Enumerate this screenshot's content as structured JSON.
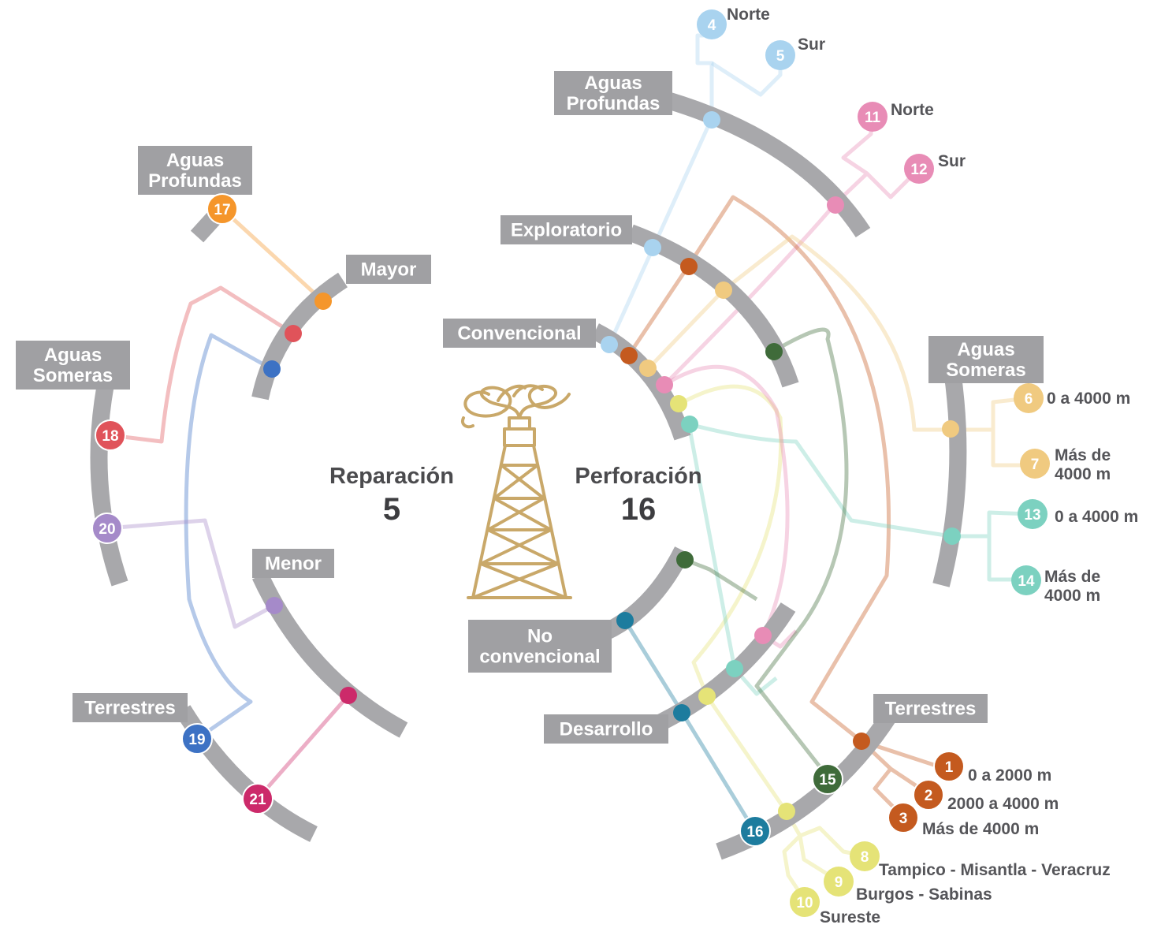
{
  "center": {
    "left": {
      "label": "Reparación",
      "value": "5"
    },
    "right": {
      "label": "Perforación",
      "value": "16"
    },
    "icon": "oil-derrick-icon",
    "icon_color": "#c9a869"
  },
  "categories": {
    "aguas_profundas_r": "Aguas\nProfundas",
    "exploratorio": "Exploratorio",
    "convencional": "Convencional",
    "aguas_someras_r": "Aguas\nSomeras",
    "no_convencional": "No\nconvencional",
    "desarrollo": "Desarrollo",
    "terrestres_r": "Terrestres",
    "aguas_profundas_l": "Aguas\nProfundas",
    "mayor": "Mayor",
    "aguas_someras_l": "Aguas\nSomeras",
    "menor": "Menor",
    "terrestres_l": "Terrestres"
  },
  "nodes": [
    {
      "n": "1",
      "label": "0 a 2000 m",
      "color": "#c45a1f"
    },
    {
      "n": "2",
      "label": "2000 a 4000 m",
      "color": "#c45a1f"
    },
    {
      "n": "3",
      "label": "Más de 4000 m",
      "color": "#c45a1f"
    },
    {
      "n": "4",
      "label": "Norte",
      "color": "#a9d3ef"
    },
    {
      "n": "5",
      "label": "Sur",
      "color": "#a9d3ef"
    },
    {
      "n": "6",
      "label": "0 a 4000 m",
      "color": "#f0ca80"
    },
    {
      "n": "7",
      "label": "Más de\n4000 m",
      "color": "#f0ca80"
    },
    {
      "n": "8",
      "label": "Tampico - Misantla - Veracruz",
      "color": "#e5e377"
    },
    {
      "n": "9",
      "label": "Burgos - Sabinas",
      "color": "#e5e377"
    },
    {
      "n": "10",
      "label": "Sureste",
      "color": "#e5e377"
    },
    {
      "n": "11",
      "label": "Norte",
      "color": "#e88cb6"
    },
    {
      "n": "12",
      "label": "Sur",
      "color": "#e88cb6"
    },
    {
      "n": "13",
      "label": "0 a 4000 m",
      "color": "#7cd1c0"
    },
    {
      "n": "14",
      "label": "Más de\n4000 m",
      "color": "#7cd1c0"
    },
    {
      "n": "15",
      "label": "",
      "color": "#3f6b3a"
    },
    {
      "n": "16",
      "label": "",
      "color": "#1d7c9e"
    },
    {
      "n": "17",
      "label": "",
      "color": "#f5962b"
    },
    {
      "n": "18",
      "label": "",
      "color": "#e0535a"
    },
    {
      "n": "19",
      "label": "",
      "color": "#3d72c4"
    },
    {
      "n": "20",
      "label": "",
      "color": "#a58ac9"
    },
    {
      "n": "21",
      "label": "",
      "color": "#cc2a6a"
    }
  ],
  "colors": {
    "arc": "#a8a8ab",
    "box": "#a0a0a3"
  }
}
